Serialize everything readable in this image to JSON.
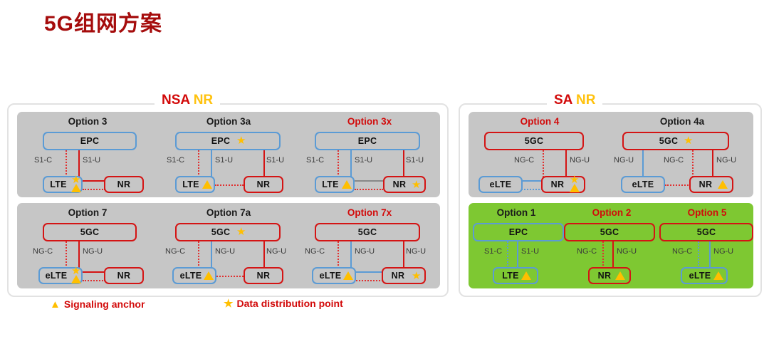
{
  "page": {
    "title": "5G组网方案"
  },
  "groups": {
    "nsa": {
      "title_part1": "NSA",
      "title_part2": "NR"
    },
    "sa": {
      "title_part1": "SA",
      "title_part2": "NR"
    }
  },
  "interfaces": {
    "s1c": "S1-C",
    "s1u": "S1-U",
    "ngc": "NG-C",
    "ngu": "NG-U"
  },
  "nodes": {
    "epc": "EPC",
    "fivegc": "5GC",
    "lte": "LTE",
    "elte": "eLTE",
    "nr": "NR"
  },
  "options": {
    "opt3": {
      "label": "Option 3"
    },
    "opt3a": {
      "label": "Option 3a"
    },
    "opt3x": {
      "label": "Option 3x"
    },
    "opt7": {
      "label": "Option 7"
    },
    "opt7a": {
      "label": "Option 7a"
    },
    "opt7x": {
      "label": "Option 7x"
    },
    "opt4": {
      "label": "Option 4"
    },
    "opt4a": {
      "label": "Option 4a"
    },
    "opt1": {
      "label": "Option 1"
    },
    "opt2": {
      "label": "Option 2"
    },
    "opt5": {
      "label": "Option 5"
    }
  },
  "legend": {
    "signaling_glyph": "▲",
    "signaling_label": "Signaling anchor",
    "data_glyph": "★",
    "data_label": "Data distribution point"
  },
  "colors": {
    "title_red": "#a50c0c",
    "accent_red": "#d20a0a",
    "accent_yellow": "#ffc20e",
    "marker_gold": "#ffbf00",
    "node_blue": "#5b9bd5",
    "node_red": "#d41414",
    "panel_gray": "#c6c6c6",
    "panel_green": "#7ec832"
  }
}
